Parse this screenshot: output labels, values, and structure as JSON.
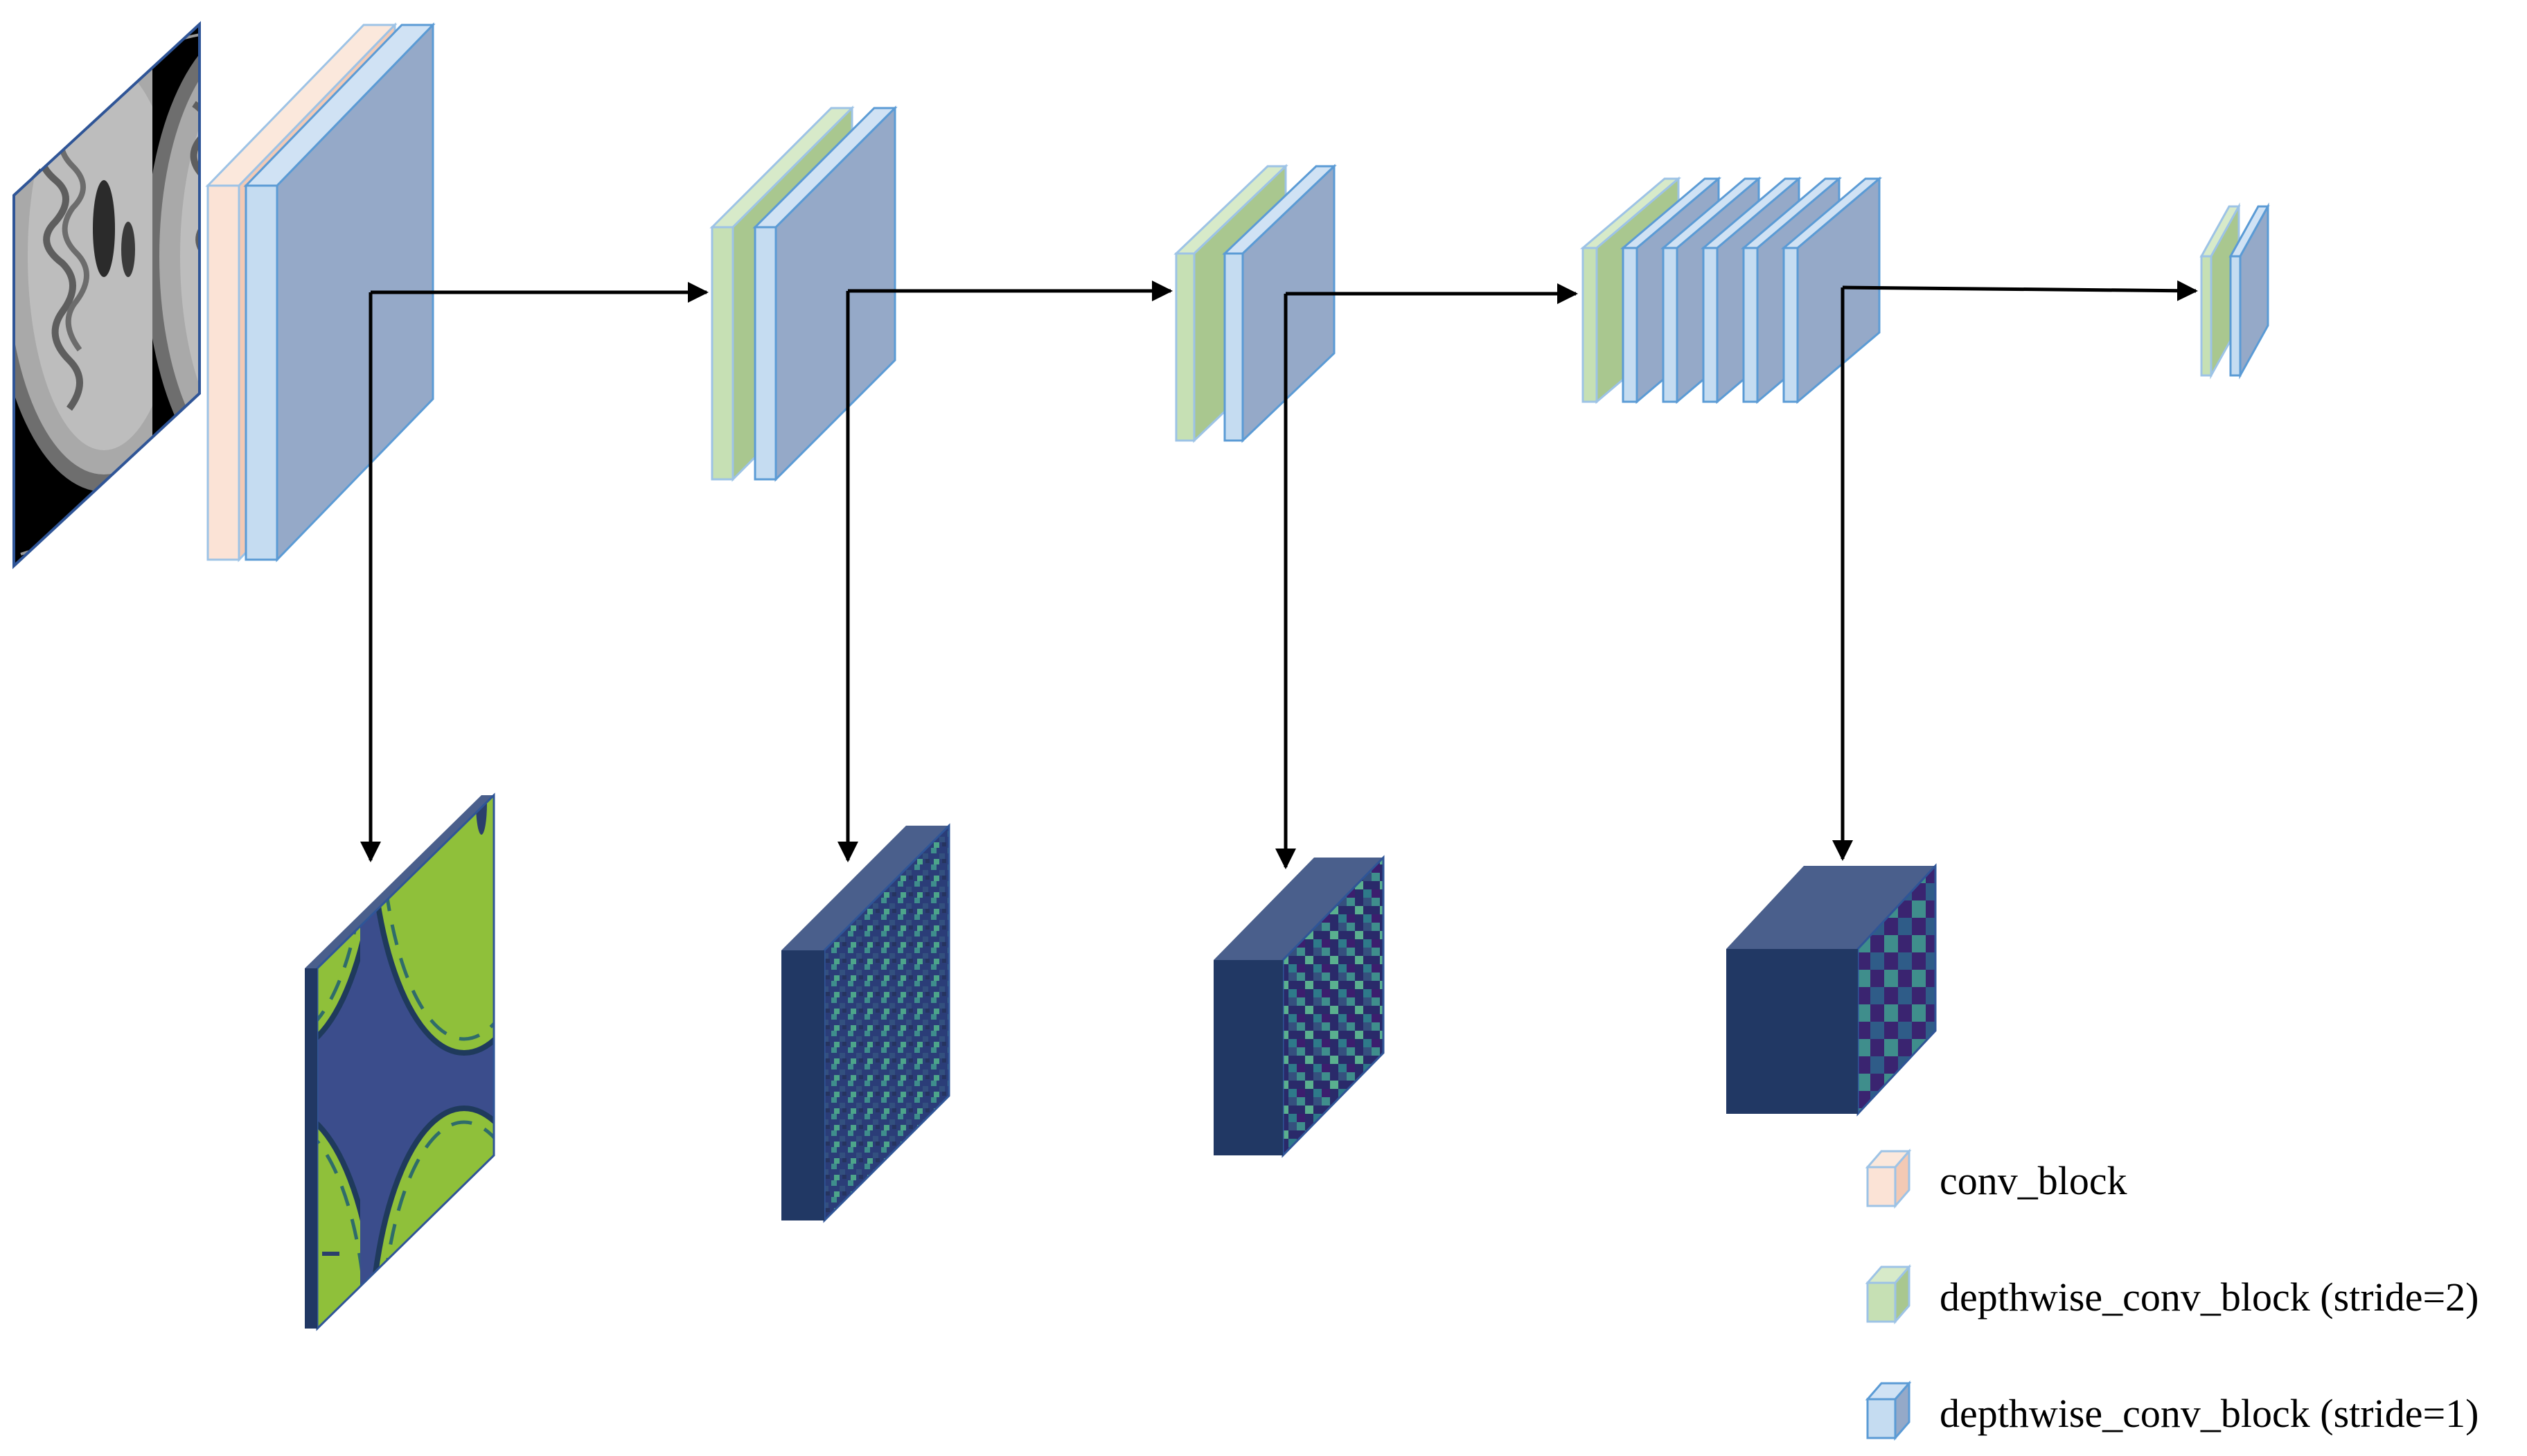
{
  "diagram": {
    "input_image": "brain-mri-slice",
    "block_types": {
      "conv_block": {
        "face": "#fbe3d6",
        "top": "#fbe8dc",
        "side": "#f3c9b4",
        "edge": "#9dc3e6"
      },
      "depthwise_conv_block_stride2": {
        "face": "#c6e0b4",
        "top": "#d7eac9",
        "side": "#a9c78f",
        "edge": "#9dc3e6"
      },
      "depthwise_conv_block_stride1": {
        "face": "#c5dcf1",
        "top": "#d0e2f4",
        "side": "#95a9c8",
        "edge": "#5b9bd5"
      }
    },
    "stages": [
      {
        "name": "stage-1",
        "blocks": [
          "conv_block",
          "depthwise_conv_block_stride1"
        ]
      },
      {
        "name": "stage-2",
        "blocks": [
          "depthwise_conv_block_stride2",
          "depthwise_conv_block_stride1"
        ]
      },
      {
        "name": "stage-3",
        "blocks": [
          "depthwise_conv_block_stride2",
          "depthwise_conv_block_stride1"
        ]
      },
      {
        "name": "stage-4",
        "blocks": [
          "depthwise_conv_block_stride2",
          "depthwise_conv_block_stride1",
          "depthwise_conv_block_stride1",
          "depthwise_conv_block_stride1",
          "depthwise_conv_block_stride1",
          "depthwise_conv_block_stride1"
        ]
      },
      {
        "name": "stage-5",
        "blocks": [
          "depthwise_conv_block_stride2",
          "depthwise_conv_block_stride1"
        ]
      }
    ],
    "feature_maps": [
      {
        "name": "feature-map-1",
        "source_stage": "stage-1",
        "colormap": "viridis"
      },
      {
        "name": "feature-map-2",
        "source_stage": "stage-2",
        "colormap": "viridis"
      },
      {
        "name": "feature-map-3",
        "source_stage": "stage-3",
        "colormap": "viridis"
      },
      {
        "name": "feature-map-4",
        "source_stage": "stage-4",
        "colormap": "viridis"
      }
    ],
    "colors": {
      "arrow": "#000000",
      "feature_box_front": "#213864",
      "feature_box_top": "#4a5f8c",
      "viridis_green": "#8fc03a",
      "viridis_teal": "#3f8e8c",
      "viridis_purple": "#3c1e6e"
    }
  },
  "legend": {
    "items": [
      {
        "type": "conv_block",
        "label": "conv_block"
      },
      {
        "type": "depthwise_conv_block_stride2",
        "label": "depthwise_conv_block (stride=2)"
      },
      {
        "type": "depthwise_conv_block_stride1",
        "label": "depthwise_conv_block (stride=1)"
      }
    ]
  }
}
